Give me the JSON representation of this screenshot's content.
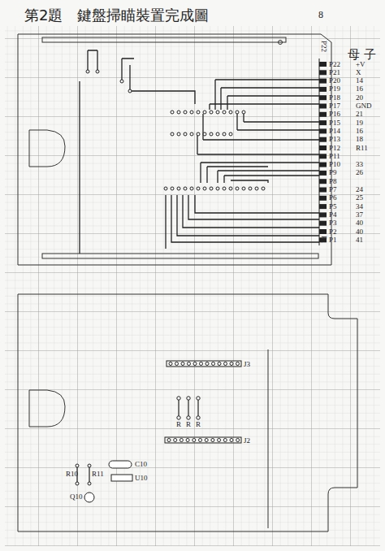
{
  "diagram": {
    "title": "第2題　鍵盤掃瞄裝置完成圖",
    "labels": [
      "8",
      "P22",
      "母",
      "子",
      "P22",
      "+V",
      "P21",
      "X",
      "P20",
      "14",
      "P19",
      "16",
      "P18",
      "20",
      "P17",
      "GND",
      "P16",
      "21",
      "P15",
      "19",
      "P14",
      "16",
      "P13",
      "18",
      "P12",
      "R11",
      "P11",
      "P10",
      "33",
      "P9",
      "26",
      "P8",
      "P7",
      "24",
      "P6",
      "25",
      "P5",
      "34",
      "P4",
      "37",
      "P3",
      "40",
      "P2",
      "40",
      "P1",
      "41",
      "P1",
      "J3",
      "R",
      "R",
      "R",
      "J2",
      "R10",
      "R11",
      "C10",
      "U10",
      "Q10"
    ]
  }
}
